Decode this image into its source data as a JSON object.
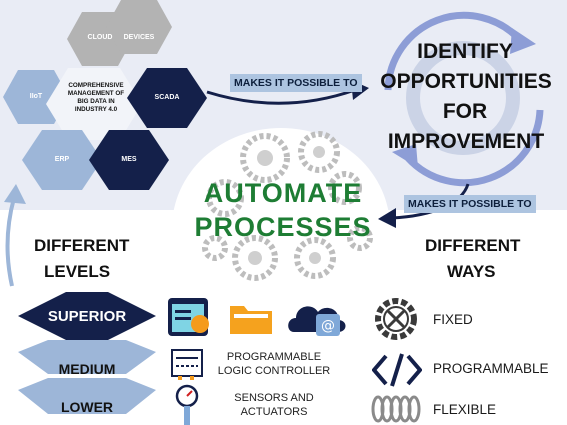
{
  "colors": {
    "top_background": "#e9ecf5",
    "navy": "#14204a",
    "light_blue": "#9db6d8",
    "grey_hex": "#b3b3b3",
    "green": "#1e7d34",
    "tag_background": "#adc4e0"
  },
  "hexagons": {
    "cloud": "CLOUD",
    "devices": "DEVICES",
    "iiot": "IIoT",
    "center": "COMPREHENSIVE MANAGEMENT OF BIG DATA IN INDUSTRY 4.0",
    "scada": "SCADA",
    "erp": "ERP",
    "mes": "MES"
  },
  "arrow_tags": {
    "top": "MAKES IT POSSIBLE TO",
    "right": "MAKES IT POSSIBLE TO"
  },
  "identify": {
    "line1": "IDENTIFY",
    "line2": "OPPORTUNITIES",
    "line3": "FOR",
    "line4": "IMPROVEMENT"
  },
  "automate": {
    "line1": "AUTOMATE",
    "line2": "PROCESSES"
  },
  "levels": {
    "heading1": "DIFFERENT",
    "heading2": "LEVELS",
    "superior": "SUPERIOR",
    "medium": "MEDIUM",
    "lower": "LOWER"
  },
  "ways": {
    "heading1": "DIFFERENT",
    "heading2": "WAYS",
    "fixed": "FIXED",
    "programmable": "PROGRAMMABLE",
    "flexible": "FLEXIBLE"
  },
  "descriptions": {
    "plc_line1": "PROGRAMMABLE",
    "plc_line2": "LOGIC CONTROLLER",
    "sensors_line1": "SENSORS AND",
    "sensors_line2": "ACTUATORS"
  },
  "icons": {
    "superior_row": [
      "dashboard-icon",
      "folder-icon",
      "cloud-email-icon"
    ],
    "medium_row": [
      "plc-controller-icon"
    ],
    "lower_row": [
      "pressure-gauge-icon"
    ],
    "ways": [
      "tools-gear-icon",
      "code-brackets-icon",
      "coil-spring-icon"
    ],
    "center": "gears-cluster-icon"
  }
}
